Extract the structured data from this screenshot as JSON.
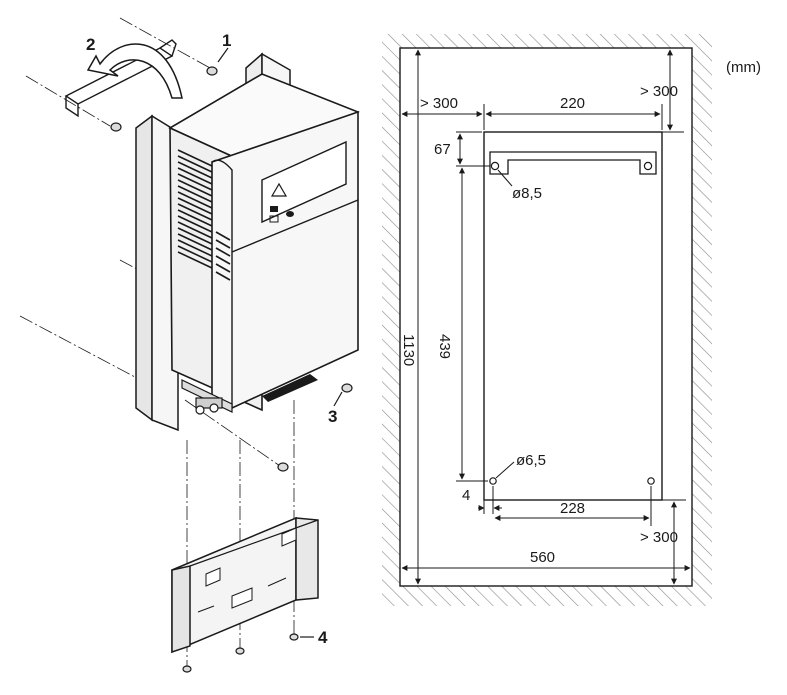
{
  "units": "(mm)",
  "dimensions": {
    "clearance_left": "> 300",
    "width_top": "220",
    "clearance_top": "> 300",
    "top_offset": "67",
    "hole_top": "ø8,5",
    "height_total": "1130",
    "height_holes": "439",
    "hole_bottom": "ø6,5",
    "offset_left": "4",
    "width_bottom": "228",
    "clearance_bottom": "> 300",
    "width_total": "560"
  },
  "steps": {
    "step1": "1",
    "step2": "2",
    "step3": "3",
    "step4": "4"
  },
  "colors": {
    "line": "#1a1a1a",
    "hatch": "#888888",
    "panel": "#f4f4f4",
    "panel_dark": "#cfcfcf"
  }
}
